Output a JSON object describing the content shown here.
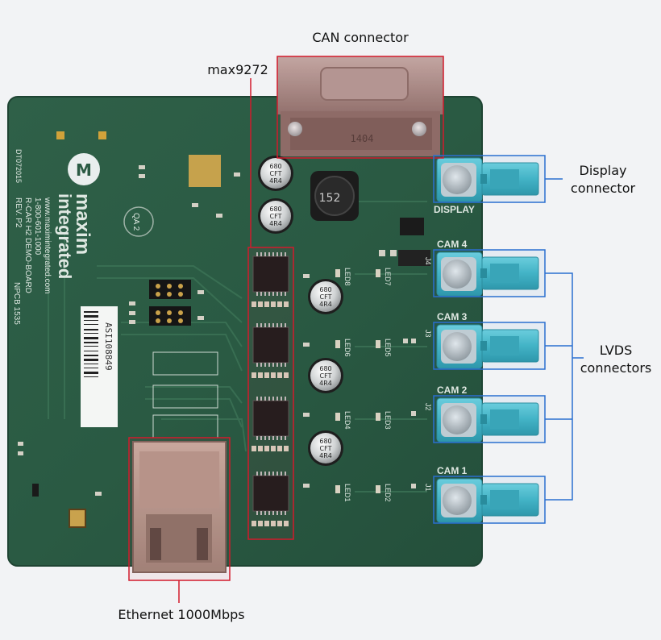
{
  "callouts": {
    "can": "CAN connector",
    "max9272": "max9272",
    "display_line1": "Display",
    "display_line2": "connector",
    "lvds_line1": "LVDS",
    "lvds_line2": "connectors",
    "ethernet": "Ethernet 1000Mbps"
  },
  "board": {
    "brand_line1": "maxim",
    "brand_line2": "integrated",
    "contact_lines": [
      "www.maximintegrated.com",
      "1-800-601-1000",
      "R-CAR H2 DEMO-BOARD",
      "REV. P2"
    ],
    "pcb_id": "DT072015",
    "npcb": "NPCB 1535",
    "barcode_text": "ASI108849",
    "qa_stamp": "QA 2",
    "db9_marking": "1404",
    "inductor_marking": "152",
    "capacitor_lines": [
      "680",
      "CFT",
      "4R4"
    ],
    "display_label": "DISPLAY",
    "cam_labels": [
      "CAM 4",
      "CAM 3",
      "CAM 2",
      "CAM 1"
    ],
    "jack_labels": [
      "J4",
      "J3",
      "J2",
      "J1"
    ],
    "led_labels": [
      "LED8",
      "LED7",
      "LED6",
      "LED5",
      "LED4",
      "LED3",
      "LED1",
      "LED2"
    ]
  },
  "colors": {
    "pcb_green": "#2d5d45",
    "callout_red": "#d21b2c",
    "callout_blue": "#2a6fd0",
    "connector_teal": "#4fc1cf"
  }
}
